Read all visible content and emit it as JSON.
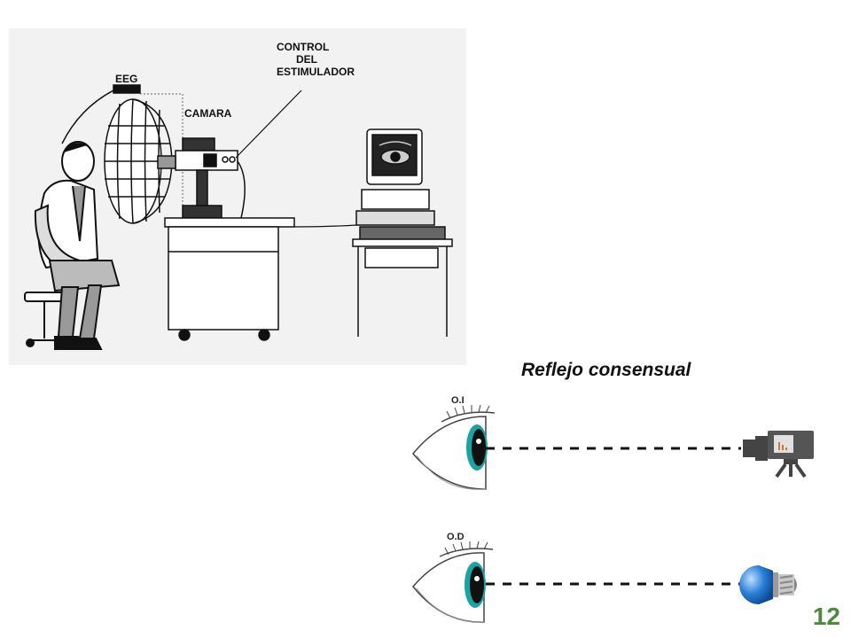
{
  "illustration": {
    "labels": {
      "eeg": "EEG",
      "camara": "CAMARA",
      "control_lines": [
        "CONTROL",
        "DEL",
        "ESTIMULADOR"
      ]
    }
  },
  "consensual": {
    "title": "Reflejo consensual",
    "left_eye_label": "O.I",
    "right_eye_label": "O.D",
    "left_eye_target_icon": "video-camera-icon",
    "right_eye_target_icon": "light-bulb-icon"
  },
  "slide": {
    "number": "12",
    "number_color": "#4a8a3a"
  },
  "colors": {
    "iris": "#1aa3a3",
    "bulb": "#2a7fd6"
  }
}
